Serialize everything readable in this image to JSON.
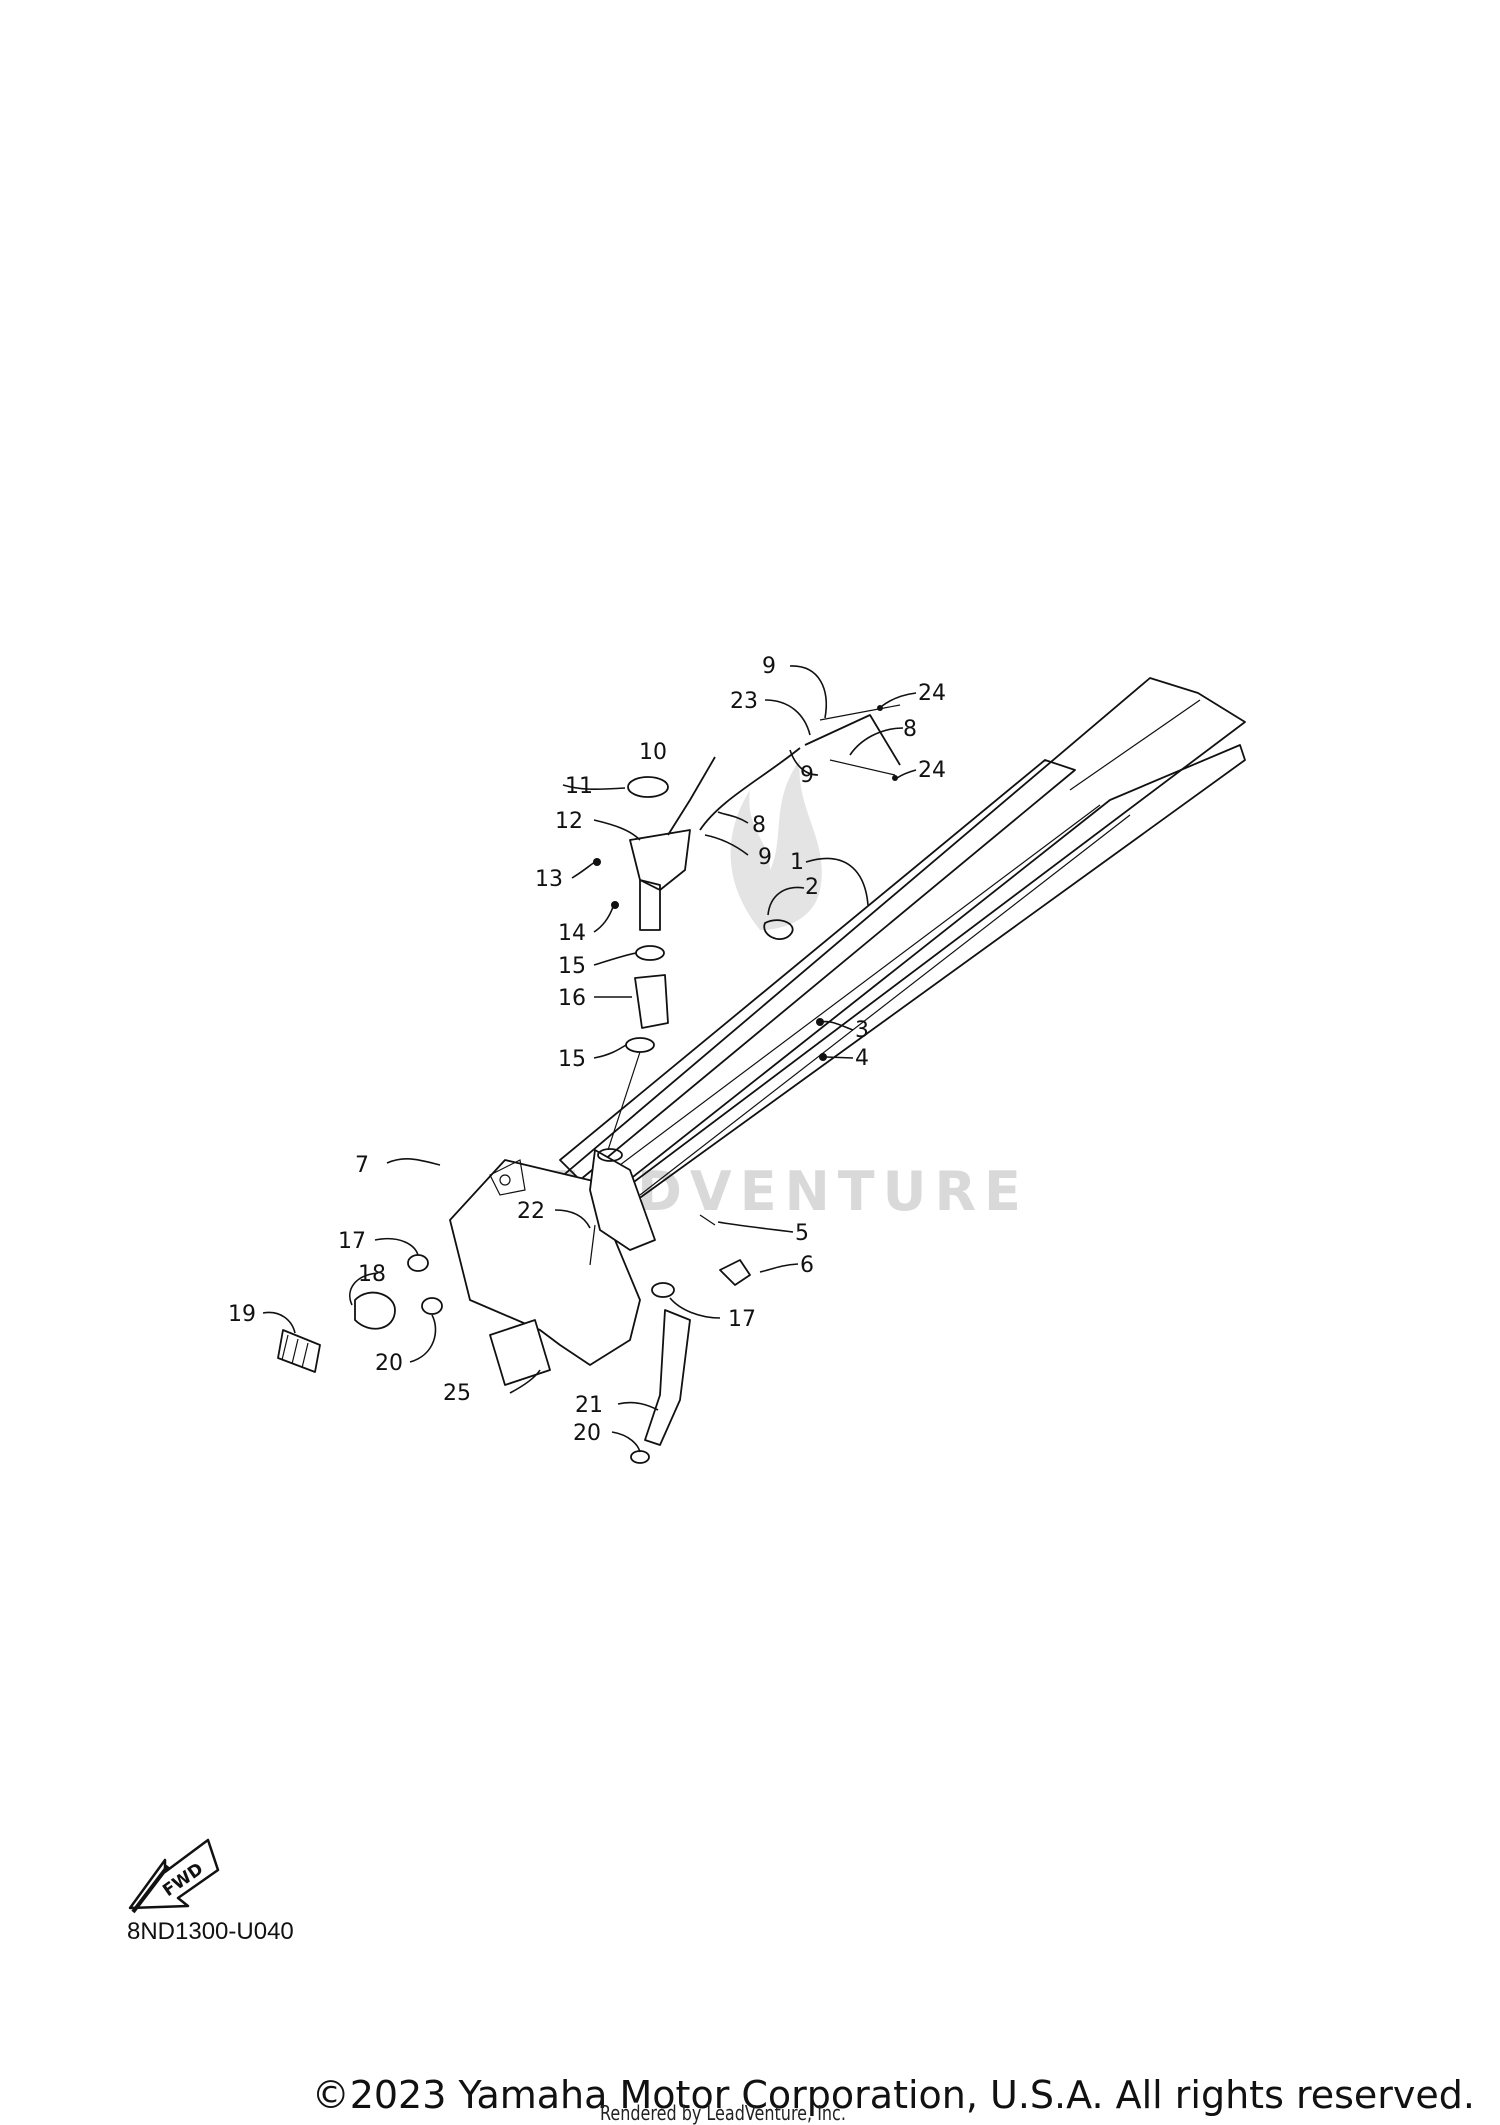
{
  "diagram": {
    "drawing_code": "8ND1300-U040",
    "fwd_label": "FWD",
    "watermark": "LEADVENTURE",
    "copyright": "©2023 Yamaha Motor Corporation, U.S.A. All rights reserved.",
    "rendered_by": "Rendered by LeadVenture, Inc.",
    "callouts": [
      {
        "id": "c1",
        "number": "1"
      },
      {
        "id": "c2",
        "number": "2"
      },
      {
        "id": "c3",
        "number": "3"
      },
      {
        "id": "c4",
        "number": "4"
      },
      {
        "id": "c5",
        "number": "5"
      },
      {
        "id": "c6",
        "number": "6"
      },
      {
        "id": "c7",
        "number": "7"
      },
      {
        "id": "c8a",
        "number": "8"
      },
      {
        "id": "c8b",
        "number": "8"
      },
      {
        "id": "c9a",
        "number": "9"
      },
      {
        "id": "c9b",
        "number": "9"
      },
      {
        "id": "c9c",
        "number": "9"
      },
      {
        "id": "c10",
        "number": "10"
      },
      {
        "id": "c11",
        "number": "11"
      },
      {
        "id": "c12",
        "number": "12"
      },
      {
        "id": "c13",
        "number": "13"
      },
      {
        "id": "c14",
        "number": "14"
      },
      {
        "id": "c15a",
        "number": "15"
      },
      {
        "id": "c15b",
        "number": "15"
      },
      {
        "id": "c16",
        "number": "16"
      },
      {
        "id": "c17a",
        "number": "17"
      },
      {
        "id": "c17b",
        "number": "17"
      },
      {
        "id": "c18",
        "number": "18"
      },
      {
        "id": "c19",
        "number": "19"
      },
      {
        "id": "c20a",
        "number": "20"
      },
      {
        "id": "c20b",
        "number": "20"
      },
      {
        "id": "c21",
        "number": "21"
      },
      {
        "id": "c22",
        "number": "22"
      },
      {
        "id": "c23",
        "number": "23"
      },
      {
        "id": "c24a",
        "number": "24"
      },
      {
        "id": "c24b",
        "number": "24"
      },
      {
        "id": "c25",
        "number": "25"
      }
    ]
  }
}
